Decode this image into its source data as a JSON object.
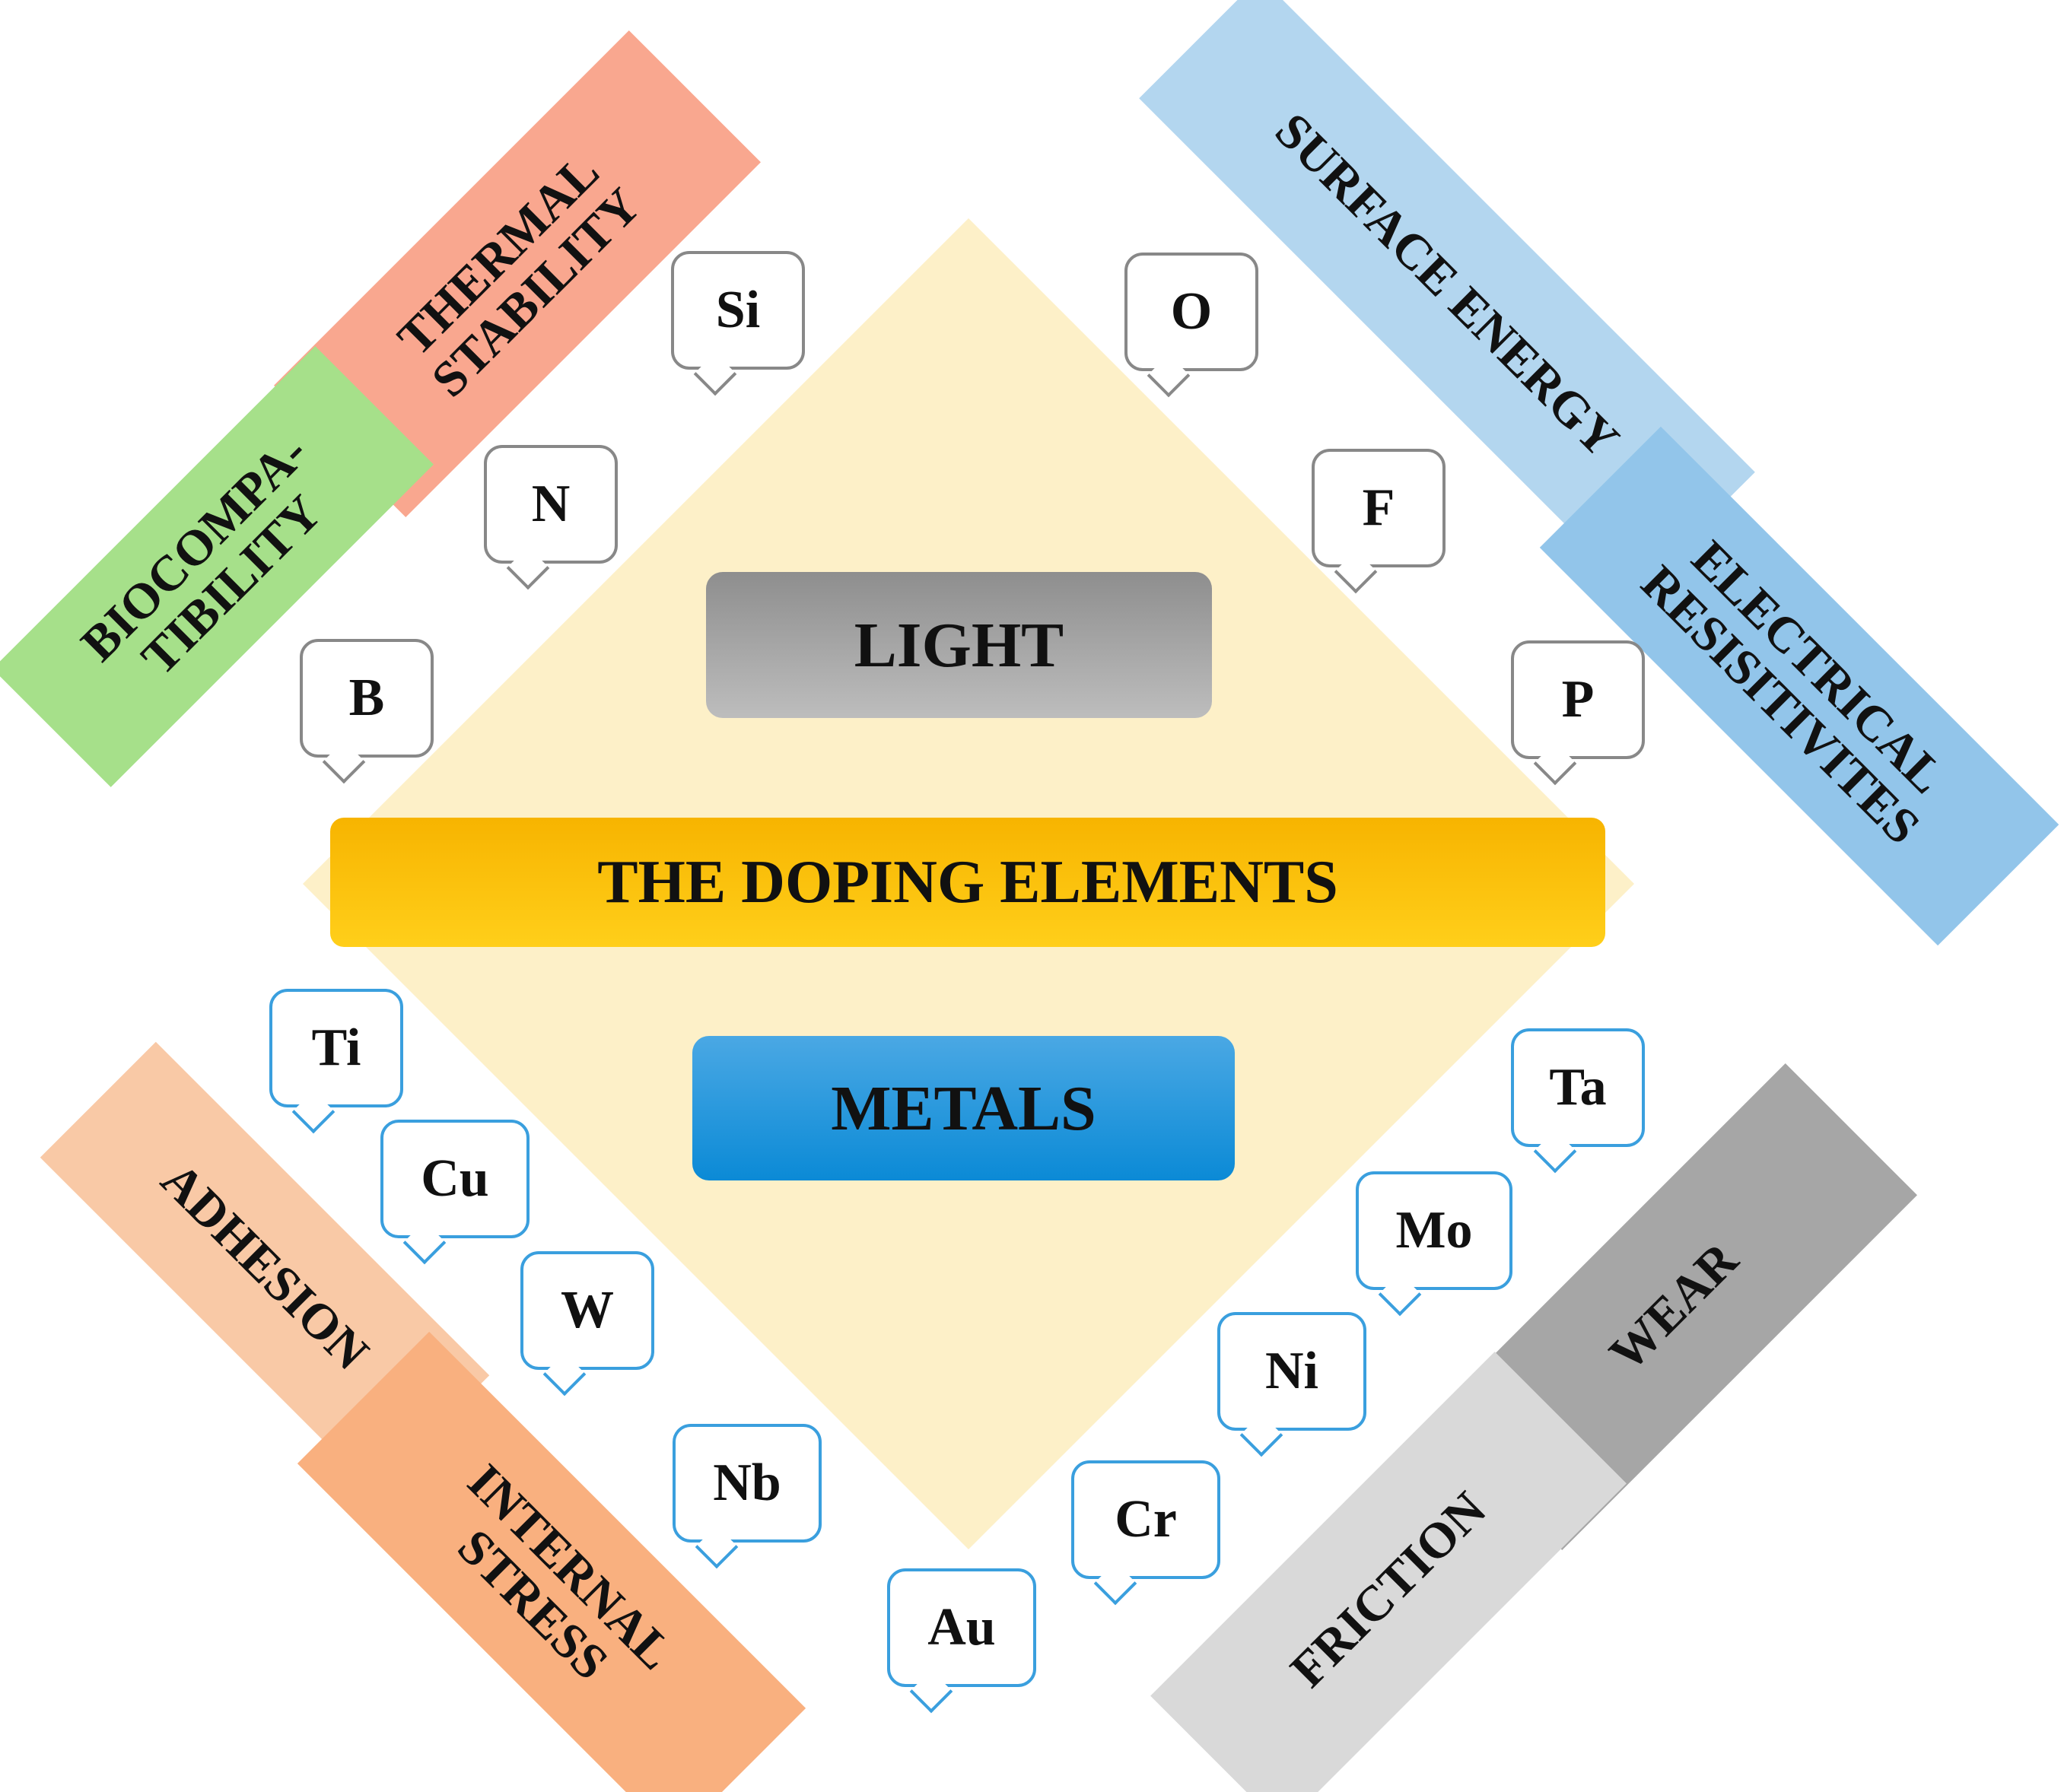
{
  "center": {
    "title": "THE DOPING ELEMENTS",
    "light_label": "LIGHT",
    "metals_label": "METALS"
  },
  "properties": {
    "thermal_stability": "THERMAL\nSTABILITY",
    "biocompatibility": "BIOCOMPA-\nTIBILITY",
    "surface_energy": "SURFACE ENERGY",
    "electrical_resistivities": "ELECTRICAL\nRESISITIVITES",
    "adhesion": "ADHESION",
    "internal_stress": "INTERNAL\nSTRESS",
    "wear": "WEAR",
    "friction": "FRICTION"
  },
  "light_elements": {
    "si": "Si",
    "n": "N",
    "b": "B",
    "o": "O",
    "f": "F",
    "p": "P"
  },
  "metal_elements": {
    "ti": "Ti",
    "cu": "Cu",
    "w": "W",
    "nb": "Nb",
    "au": "Au",
    "cr": "Cr",
    "ni": "Ni",
    "mo": "Mo",
    "ta": "Ta"
  },
  "colors": {
    "diamond": "#fdf0c8",
    "title_bar": "#fcc000",
    "light_box": "#a6a6a6",
    "metals_box": "#1a8fd8",
    "thermal_stability": "#f9a78f",
    "biocompatibility": "#a6e08a",
    "surface_energy": "#b3d6ef",
    "electrical_resistivities": "#92c5ea",
    "adhesion": "#f9c9a6",
    "internal_stress": "#f9b07f",
    "wear": "#a6a6a6",
    "friction": "#d9d9d9"
  }
}
